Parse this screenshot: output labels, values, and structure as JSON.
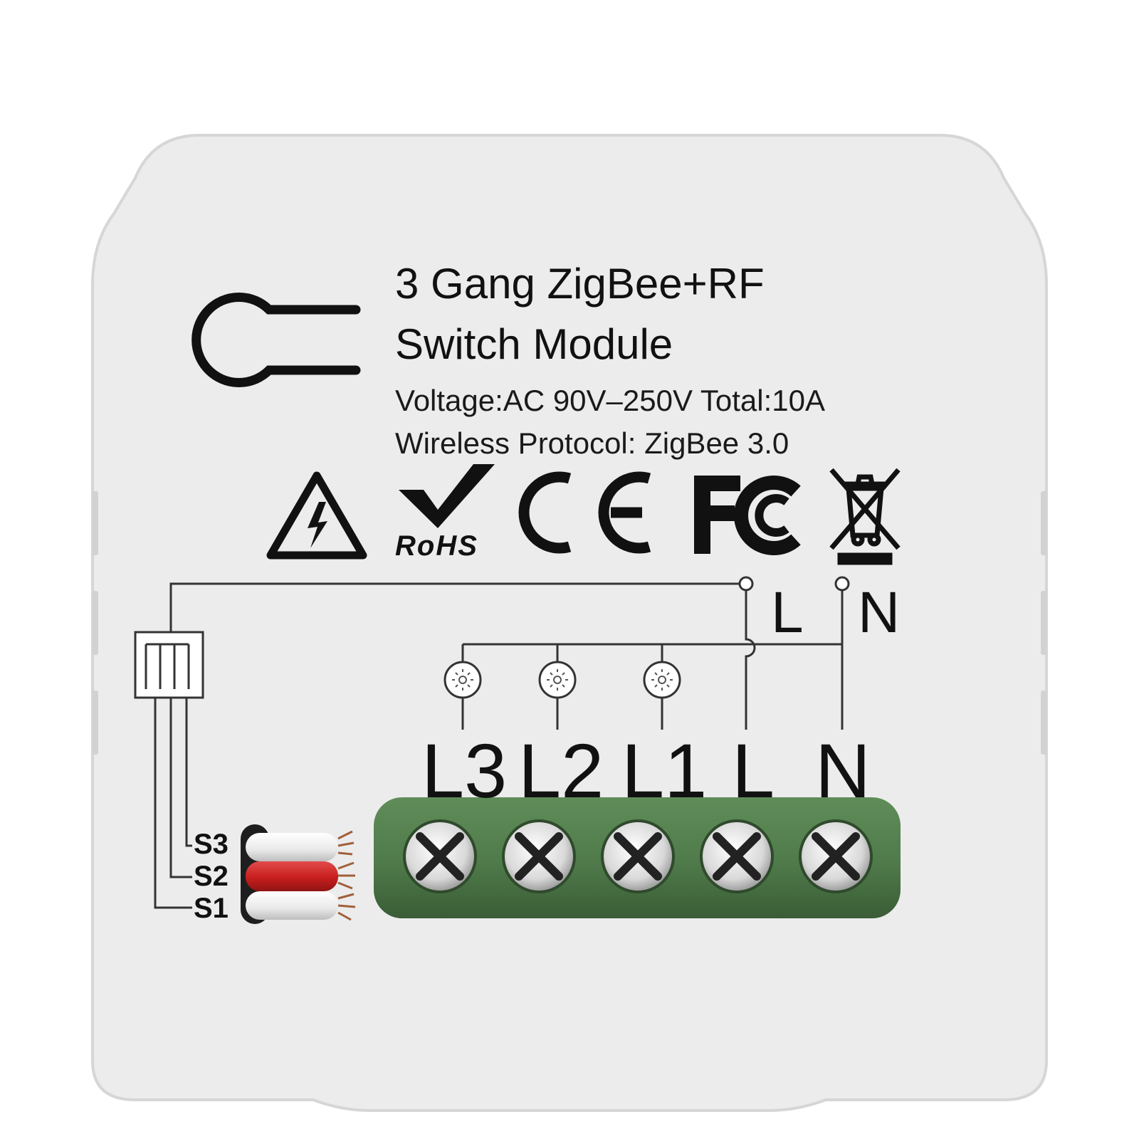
{
  "product": {
    "title_line1": "3 Gang ZigBee+RF",
    "title_line2": "Switch Module",
    "voltage": "Voltage:AC 90V–250V Total:10A",
    "protocol": "Wireless Protocol: ZigBee 3.0"
  },
  "certifications": {
    "rohs_label": "RoHS",
    "ce_label": "CE",
    "fcc_label": "FC",
    "icons": [
      "high-voltage-warning-icon",
      "rohs-check-icon",
      "ce-mark-icon",
      "fcc-mark-icon",
      "weee-bin-icon"
    ]
  },
  "wiring": {
    "supply_live": "L",
    "supply_neutral": "N",
    "switch_inputs": [
      "S3",
      "S2",
      "S1"
    ],
    "wire_colors": [
      "#f2f2f2",
      "#c81e1e",
      "#f2f2f2"
    ]
  },
  "terminals": {
    "labels": [
      "L3",
      "L2",
      "L1",
      "L",
      "N"
    ],
    "block_color": "#4f7a4a"
  },
  "colors": {
    "housing": "#ececec",
    "housing_edge": "#d6d6d6",
    "ink": "#111111"
  }
}
